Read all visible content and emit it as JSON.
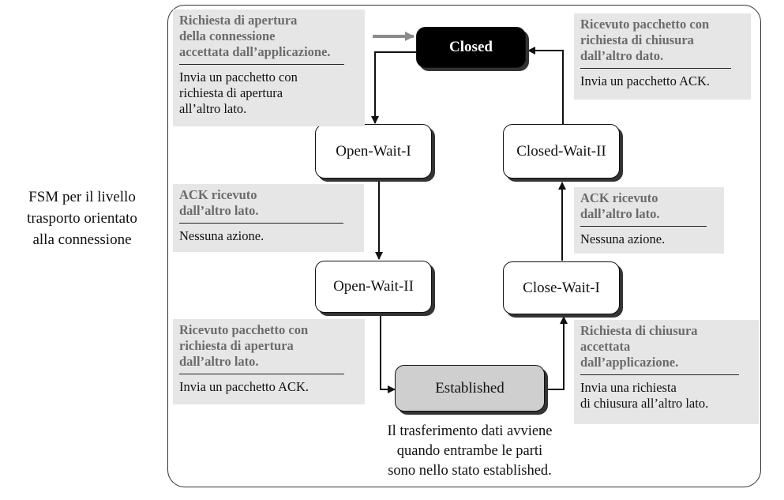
{
  "side_caption": [
    "FSM per il livello",
    "trasporto orientato",
    "alla connessione"
  ],
  "states": {
    "closed": "Closed",
    "open_wait_1": "Open-Wait-I",
    "open_wait_2": "Open-Wait-II",
    "established": "Established",
    "close_wait_1": "Close-Wait-I",
    "closed_wait_2": "Closed-Wait-II"
  },
  "transitions": {
    "closed_to_owi": {
      "condition": [
        "Richiesta di apertura",
        "della connessione",
        "accettata dall’applicazione."
      ],
      "action": [
        "Invia un pacchetto con",
        "richiesta di apertura",
        "all’altro lato."
      ]
    },
    "owi_to_owii": {
      "condition": [
        "ACK ricevuto",
        "dall’altro lato."
      ],
      "action": [
        "Nessuna azione."
      ]
    },
    "owii_to_est": {
      "condition": [
        "Ricevuto pacchetto con",
        "richiesta di apertura",
        "dall’altro lato."
      ],
      "action": [
        "Invia un pacchetto ACK."
      ]
    },
    "est_to_cwi": {
      "condition": [
        "Richiesta di chiusura",
        "accettata",
        "dall’applicazione."
      ],
      "action": [
        "Invia una richiesta",
        "di chiusura all’altro lato."
      ]
    },
    "cwi_to_cwii": {
      "condition": [
        "ACK ricevuto",
        "dall’altro lato."
      ],
      "action": [
        "Nessuna azione."
      ]
    },
    "cwii_to_closed": {
      "condition": [
        "Ricevuto pacchetto con",
        "richiesta di chiusura",
        "dall’altro dato."
      ],
      "action": [
        "Invia un pacchetto ACK."
      ]
    }
  },
  "established_caption": [
    "Il trasferimento dati avviene",
    "quando entrambe le parti",
    "sono nello stato established."
  ]
}
